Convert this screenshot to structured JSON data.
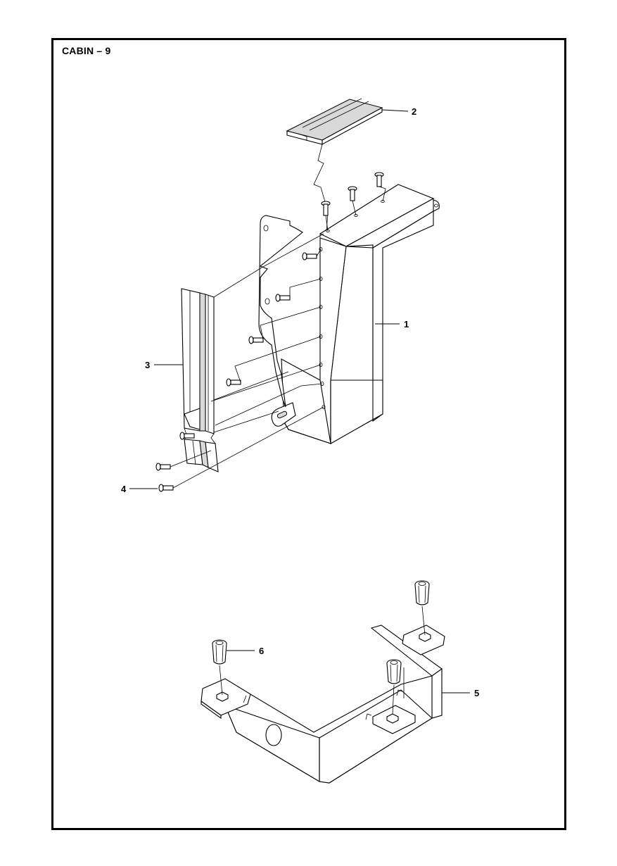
{
  "page": {
    "title": "CABIN – 9"
  },
  "callouts": {
    "c1": "1",
    "c2": "2",
    "c3": "3",
    "c4": "4",
    "c5": "5",
    "c6": "6"
  }
}
